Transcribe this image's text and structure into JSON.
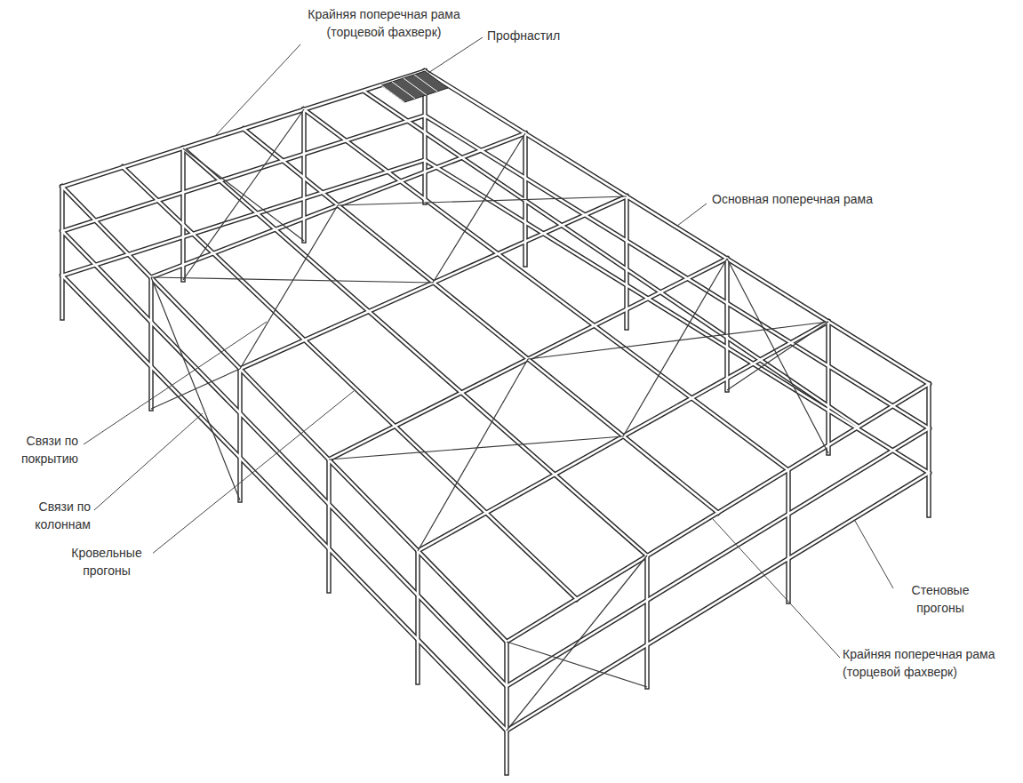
{
  "diagram": {
    "labels": [
      "Крайняя поперечная рама (торцевой фахверк)",
      "Профнастил",
      "Основная поперечная рама",
      "Связи по покрытию",
      "Связи по колоннам",
      "Кровельные прогоны",
      "Стеновые прогоны",
      "Крайняя поперечная рама (торцевой фахверк)"
    ]
  }
}
